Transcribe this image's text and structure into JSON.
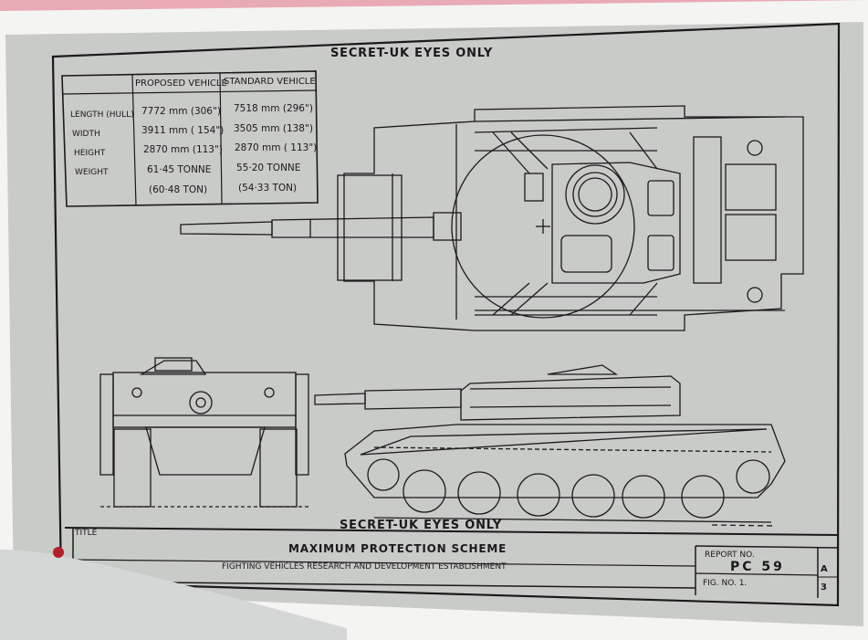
{
  "document": {
    "security_header": "SECRET-UK EYES ONLY",
    "security_footer": "SECRET-UK EYES ONLY"
  },
  "spec_table": {
    "columns": [
      "PROPOSED VEHICLE",
      "STANDARD VEHICLE"
    ],
    "rows": [
      {
        "label": "LENGTH (HULL)",
        "proposed": "7772 mm (306\")",
        "standard": "7518 mm (296\")"
      },
      {
        "label": "WIDTH",
        "proposed": "3911 mm ( 154\")",
        "standard": "3505 mm (138\")"
      },
      {
        "label": "HEIGHT",
        "proposed": "2870 mm (113\")",
        "standard": "2870 mm ( 113\")"
      },
      {
        "label": "WEIGHT",
        "proposed": "61·45 TONNE",
        "standard": "55·20 TONNE"
      },
      {
        "label": "",
        "proposed": "(60·48 TON)",
        "standard": "(54·33 TON)"
      }
    ]
  },
  "title_block": {
    "title_label": "TITLE",
    "title": "MAXIMUM PROTECTION SCHEME",
    "establishment": "FIGHTING VEHICLES RESEARCH AND DEVELOPMENT ESTABLISHMENT",
    "report_label": "REPORT NO.",
    "report_number": "PC 59",
    "fig_label": "FIG. NO. 1.",
    "sheet_size": "A",
    "sheet_number": "3"
  },
  "colors": {
    "background": "#e8aab4",
    "paper": "#c9cbc8",
    "ink": "#1a1a1a"
  }
}
